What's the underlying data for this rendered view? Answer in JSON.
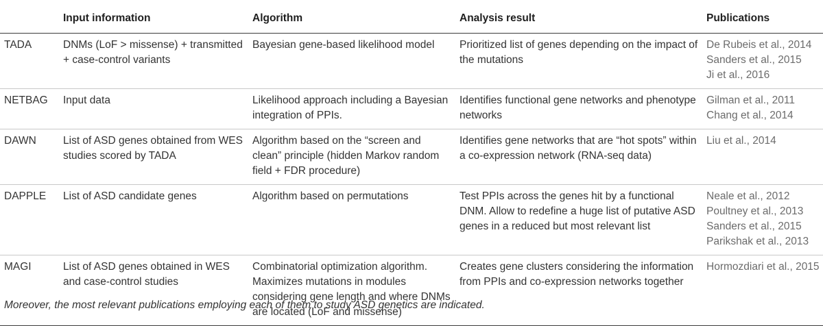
{
  "table": {
    "headers": [
      "",
      "Input information",
      "Algorithm",
      "Analysis result",
      "Publications"
    ],
    "rows": [
      {
        "name": "TADA",
        "input": "DNMs (LoF > missense) + transmitted + case-control variants",
        "algorithm": "Bayesian gene-based likelihood model",
        "result": "Prioritized list of genes depending on the impact of the mutations",
        "publications": [
          "De Rubeis et al., 2014",
          "Sanders et al., 2015",
          "Ji et al., 2016"
        ]
      },
      {
        "name": "NETBAG",
        "input": "Input data",
        "algorithm": "Likelihood approach including a Bayesian integration of PPIs.",
        "result": "Identifies functional gene networks and phenotype networks",
        "publications": [
          "Gilman et al., 2011",
          "Chang et al., 2014"
        ]
      },
      {
        "name": "DAWN",
        "input": "List of ASD genes obtained from WES studies scored by TADA",
        "algorithm": "Algorithm based on the “screen and clean” principle (hidden Markov random field + FDR procedure)",
        "result": "Identifies gene networks that are “hot spots” within a co-expression network (RNA-seq data)",
        "publications": [
          "Liu et al., 2014"
        ]
      },
      {
        "name": "DAPPLE",
        "input": "List of ASD candidate genes",
        "algorithm": "Algorithm based on permutations",
        "result": "Test PPIs across the genes hit by a functional DNM. Allow to redefine a huge list of putative ASD genes in a reduced but most relevant list",
        "publications": [
          "Neale et al., 2012",
          "Poultney et al., 2013",
          "Sanders et al., 2015",
          "Parikshak et al., 2013"
        ]
      },
      {
        "name": "MAGI",
        "input": "List of ASD genes obtained in WES and case-control studies",
        "algorithm": "Combinatorial optimization algorithm. Maximizes mutations in modules considering gene length and where DNMs are located (LoF and missense)",
        "result": "Creates gene clusters considering the information from PPIs and co-expression networks together",
        "publications": [
          "Hormozdiari et al., 2015"
        ]
      }
    ]
  },
  "footnote": "Moreover, the most relevant publications employing each of them to study ASD genetics are indicated."
}
